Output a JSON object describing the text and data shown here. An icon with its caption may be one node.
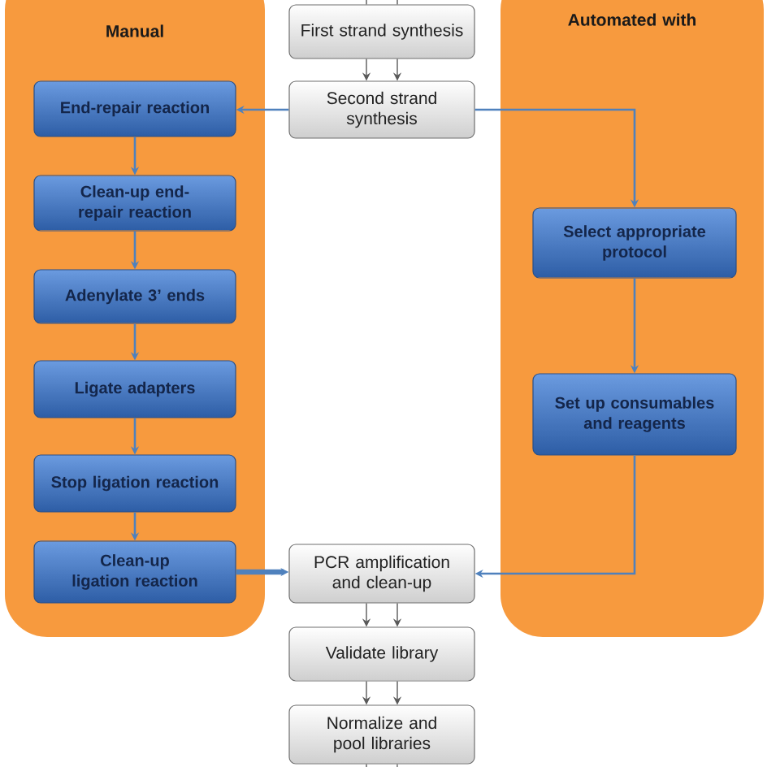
{
  "diagram": {
    "nodes": [
      {
        "text": [
          "Manual"
        ]
      },
      {
        "text": [
          "End-repair reaction"
        ],
        "in": 0
      },
      {
        "text": [
          "Clean-up end-repair reaction"
        ],
        "in": 0
      },
      {
        "text": [
          "Adenylate 3’ ends"
        ],
        "in": 0
      },
      {
        "text": [
          "Ligate adapters"
        ],
        "in": 0
      },
      {
        "text": [
          "Stop ligation reaction"
        ],
        "in": 0
      },
      {
        "text": [
          "Clean-up ligation reaction"
        ],
        "in": 0
      },
      {
        "text": [
          "Automated with"
        ]
      },
      {
        "text": [
          "Select appropriate protocol"
        ],
        "in": 7
      },
      {
        "text": [
          "Set up consumables and reagents"
        ],
        "in": 7
      },
      {
        "text": [
          "First strand synthesis"
        ]
      },
      {
        "text": [
          "Second strand synthesis"
        ]
      },
      {
        "text": [
          "PCR amplification and clean-up"
        ]
      },
      {
        "text": [
          "Validate library"
        ]
      },
      {
        "text": [
          "Normalize and pool libraries"
        ]
      }
    ],
    "edges": [
      {
        "from": null,
        "to": 10,
        "arrow": "none"
      },
      {
        "from": null,
        "to": 10,
        "arrow": "none"
      },
      {
        "from": 10,
        "to": 11,
        "arrow": "to"
      },
      {
        "from": 10,
        "to": 11,
        "arrow": "to"
      },
      {
        "from": 11,
        "to": 1,
        "arrow": "to",
        "color": "#4f81bd"
      },
      {
        "from": 11,
        "to": 8,
        "arrow": "to",
        "color": "#4f81bd"
      },
      {
        "from": 1,
        "to": 2,
        "arrow": "to",
        "color": "#4f81bd"
      },
      {
        "from": 2,
        "to": 3,
        "arrow": "to",
        "color": "#4f81bd"
      },
      {
        "from": 3,
        "to": 4,
        "arrow": "to",
        "color": "#4f81bd"
      },
      {
        "from": 4,
        "to": 5,
        "arrow": "to",
        "color": "#4f81bd"
      },
      {
        "from": 5,
        "to": 6,
        "arrow": "to",
        "color": "#4f81bd"
      },
      {
        "from": 6,
        "to": 12,
        "arrow": "to",
        "style": "thick",
        "color": "#4f81bd"
      },
      {
        "from": 8,
        "to": 9,
        "arrow": "to",
        "color": "#4f81bd"
      },
      {
        "from": 9,
        "to": 12,
        "arrow": "to",
        "color": "#4f81bd"
      },
      {
        "from": 12,
        "to": 13,
        "arrow": "to"
      },
      {
        "from": 12,
        "to": 13,
        "arrow": "to"
      },
      {
        "from": 13,
        "to": 14,
        "arrow": "to"
      },
      {
        "from": 13,
        "to": 14,
        "arrow": "to"
      },
      {
        "from": 14,
        "to": null,
        "arrow": "none"
      },
      {
        "from": 14,
        "to": null,
        "arrow": "none"
      }
    ]
  }
}
